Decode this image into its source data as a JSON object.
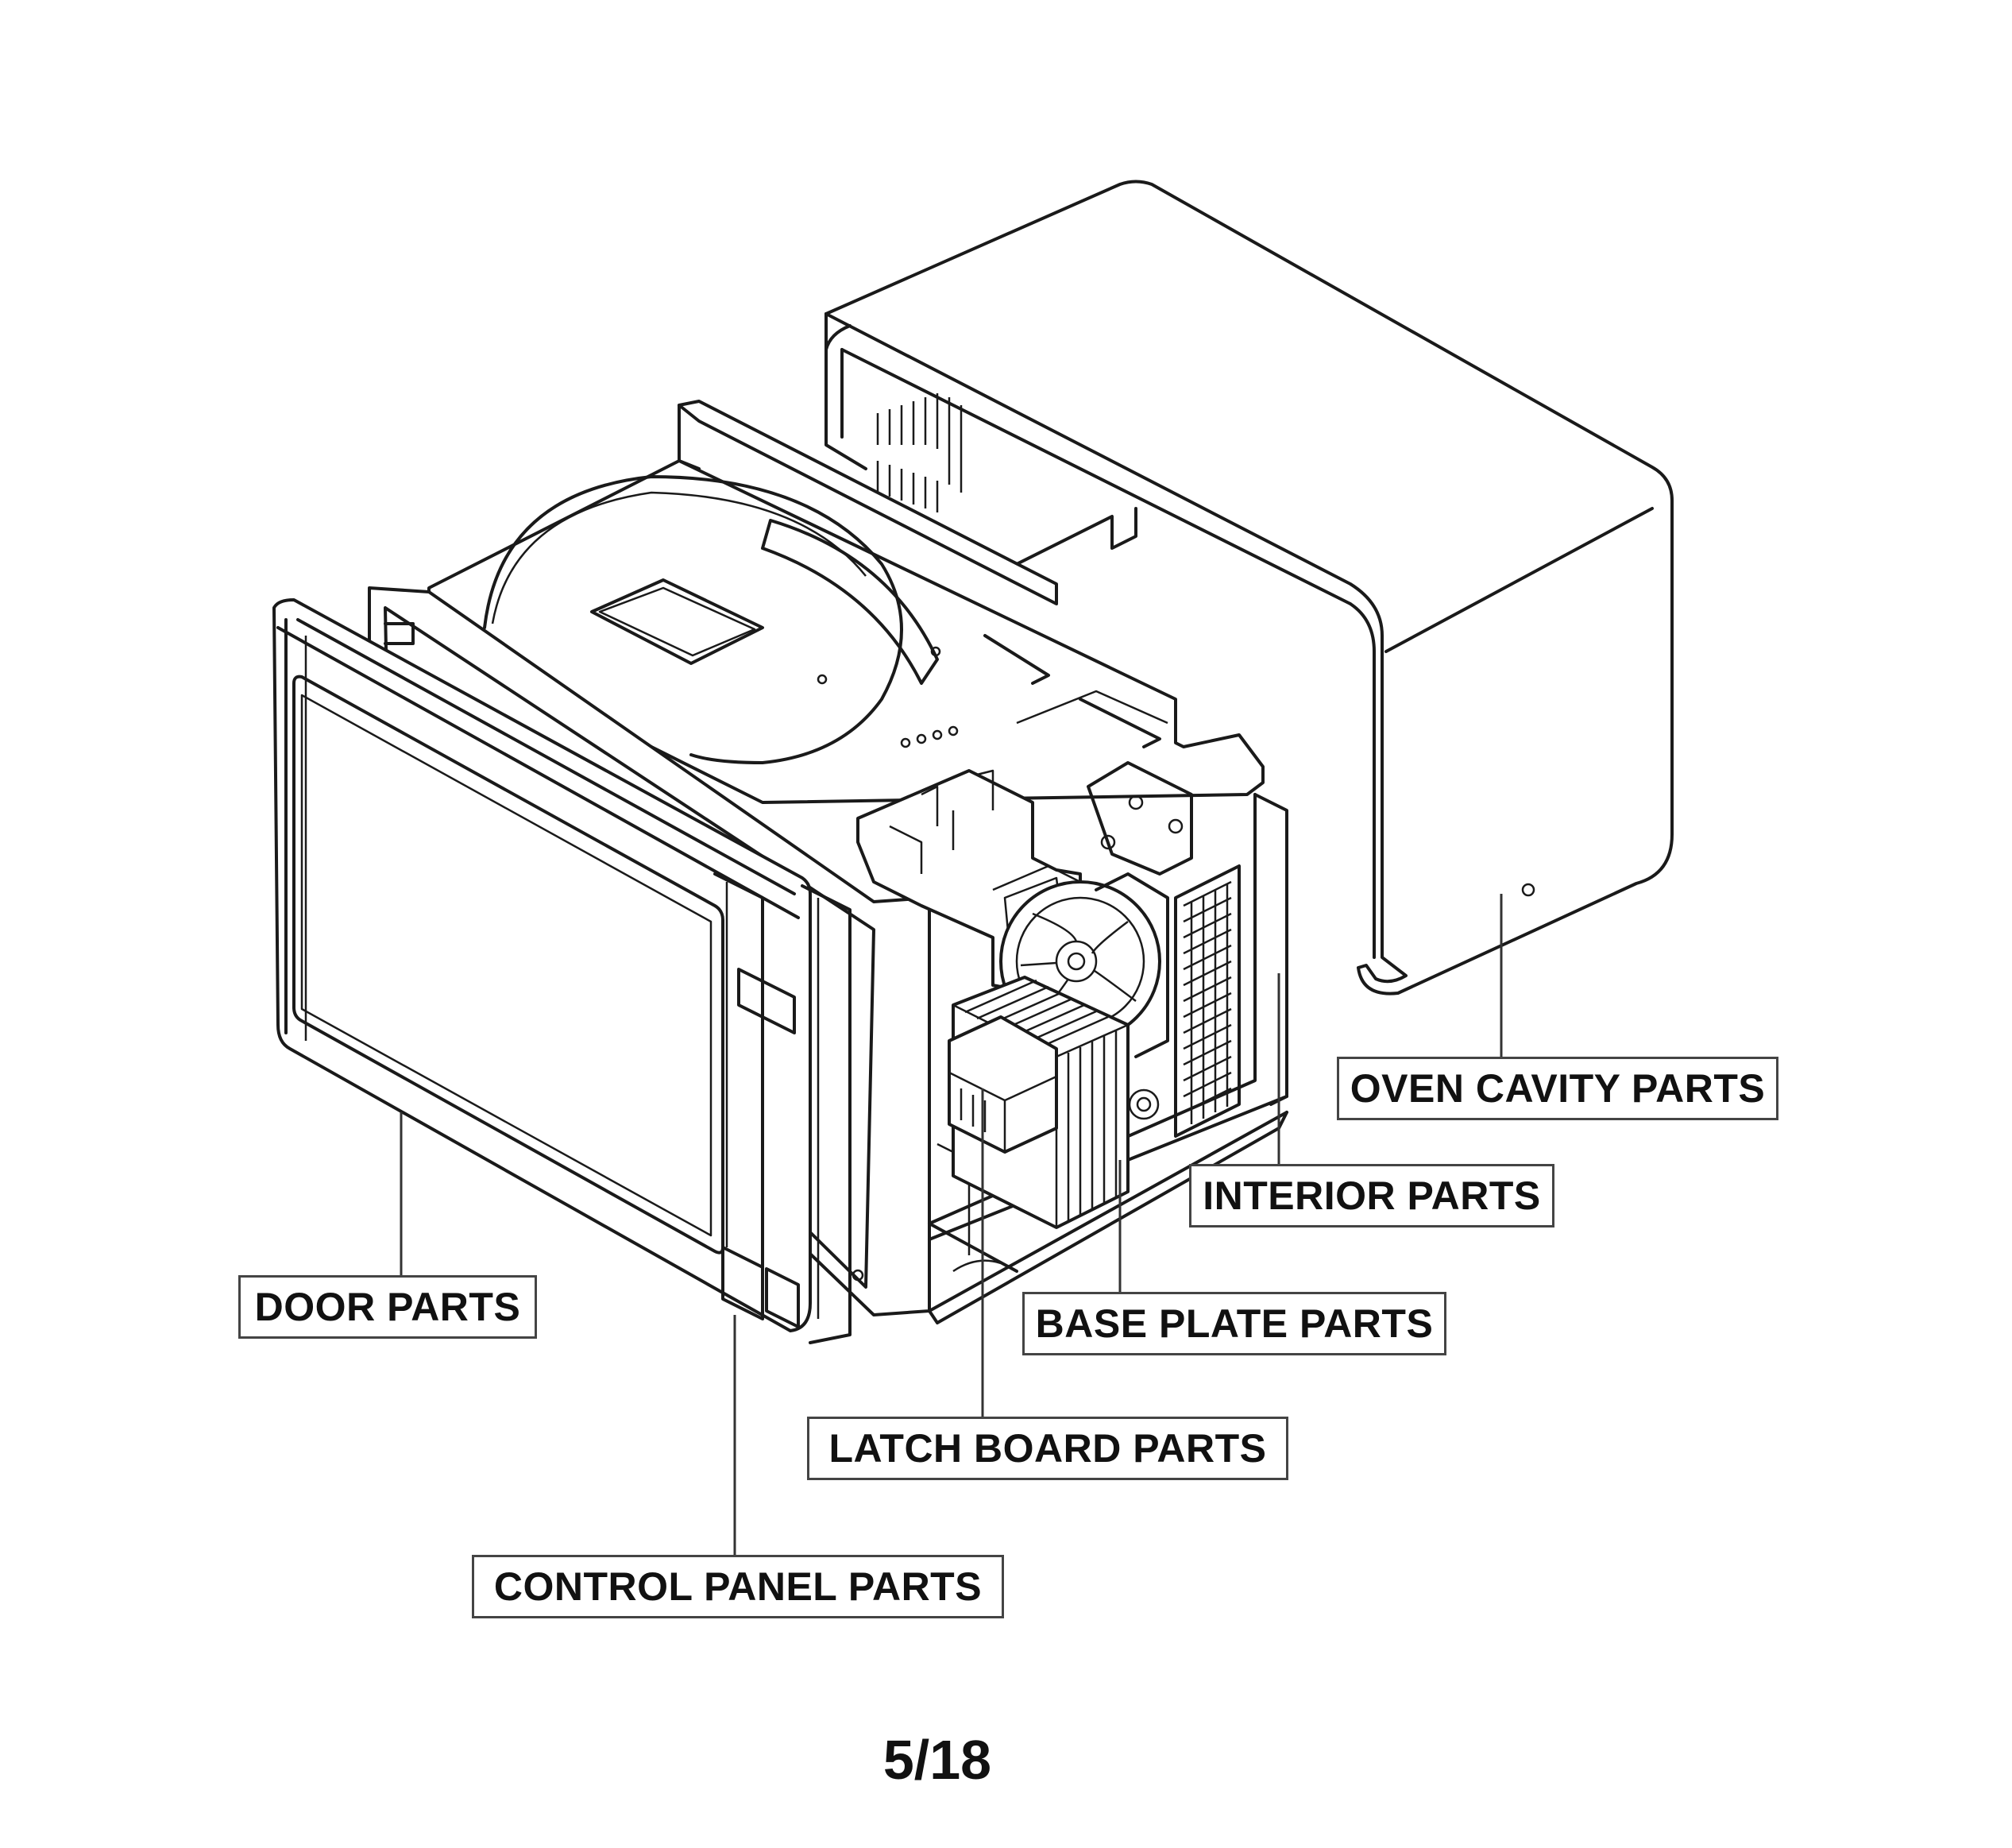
{
  "labels": {
    "oven_cavity": "OVEN CAVITY PARTS",
    "interior": "INTERIOR PARTS",
    "base_plate": "BASE PLATE PARTS",
    "door": "DOOR PARTS",
    "latch_board": "LATCH BOARD PARTS",
    "control_panel": "CONTROL PANEL PARTS"
  },
  "page_number": "5/18",
  "colors": {
    "line": "#1a1a1a",
    "background": "#ffffff"
  }
}
